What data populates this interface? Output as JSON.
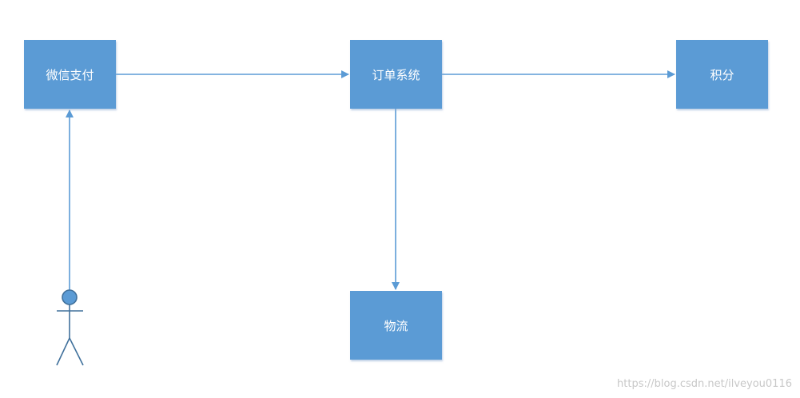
{
  "nodes": {
    "wechat_pay": "微信支付",
    "order_system": "订单系统",
    "points": "积分",
    "logistics": "物流"
  },
  "watermark": "https://blog.csdn.net/ilveyou0116",
  "colors": {
    "node_fill": "#5b9bd5",
    "edge": "#5b9bd5",
    "actor_stroke": "#41719c"
  }
}
